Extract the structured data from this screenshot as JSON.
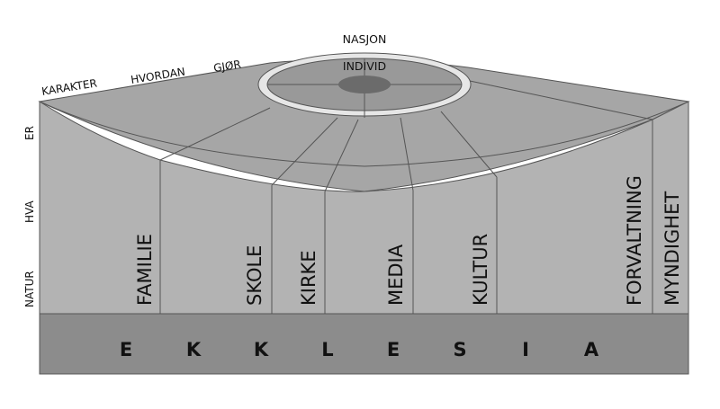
{
  "diagram": {
    "top_labels": {
      "nasjon": "NASJON",
      "individ": "INDIVID"
    },
    "slanted_labels": {
      "karakter": "KARAKTER",
      "hvordan": "HVORDAN",
      "gjor": "GJØR"
    },
    "side_labels": {
      "er": "ER",
      "hva": "HVA",
      "natur": "NATUR"
    },
    "segments": {
      "familie": "FAMILIE",
      "skole": "SKOLE",
      "kirke": "KIRKE",
      "media": "MEDIA",
      "kultur": "KULTUR",
      "forvaltning": "FORVALTNING",
      "myndighet": "MYNDIGHET"
    },
    "base_letters": [
      "E",
      "K",
      "K",
      "L",
      "E",
      "S",
      "I",
      "A"
    ],
    "colors": {
      "wall": "#b3b3b3",
      "roof": "#a6a6a6",
      "base": "#8c8c8c",
      "ring": "#e6e6e6",
      "disc": "#999999",
      "core": "#6b6b6b"
    }
  }
}
